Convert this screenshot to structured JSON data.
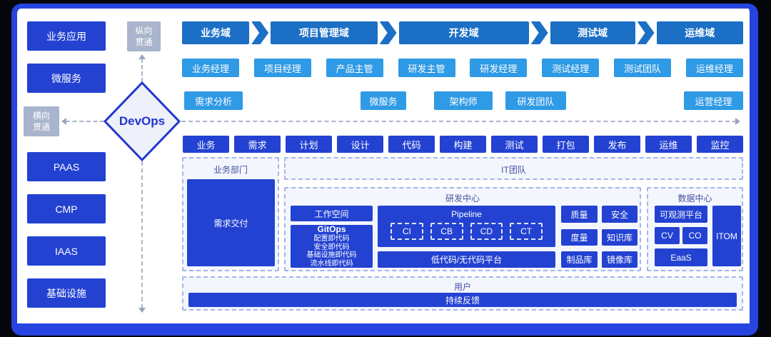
{
  "colors": {
    "frame": "#2544e0",
    "indigo_box": "#2342d2",
    "domain_arrow": "#1b6fc5",
    "role_box": "#2f9ae5",
    "gray_box": "#a9b4cd",
    "diamond_border": "#2136cc",
    "diamond_fill": "#eef0fa",
    "panel_fill": "#f3f6fd",
    "panel_border": "#a5b4ea",
    "panel_label": "#4450a0"
  },
  "left_column": {
    "items": [
      "业务应用",
      "微服务",
      "PAAS",
      "CMP",
      "IAAS",
      "基础设施"
    ]
  },
  "connectors": {
    "vertical": {
      "line1": "纵向",
      "line2": "贯通"
    },
    "horizontal": {
      "line1": "横向",
      "line2": "贯通"
    }
  },
  "devops": {
    "label": "DevOps"
  },
  "domains": [
    "业务域",
    "项目管理域",
    "开发域",
    "测试域",
    "运维域"
  ],
  "roles_row1": [
    "业务经理",
    "项目经理",
    "产品主管",
    "研发主管",
    "研发经理",
    "测试经理",
    "测试团队",
    "运维经理"
  ],
  "roles_row2": [
    "需求分析",
    "微服务",
    "架构师",
    "研发团队",
    "运营经理"
  ],
  "stages": [
    "业务",
    "需求",
    "计划",
    "设计",
    "代码",
    "构建",
    "测试",
    "打包",
    "发布",
    "运维",
    "监控"
  ],
  "sections": {
    "business_dept": {
      "label": "业务部门",
      "item": "需求交付"
    },
    "it_team": {
      "label": "IT团队"
    },
    "rd_center": {
      "label": "研发中心",
      "workspace": "工作空间",
      "gitops": {
        "title": "GitOps",
        "items": [
          "配置即代码",
          "安全即代码",
          "基础设施即代码",
          "流水线即代码"
        ]
      },
      "pipeline": {
        "title": "Pipeline",
        "stages": [
          "CI",
          "CB",
          "CD",
          "CT"
        ]
      },
      "lowcode": "低代码/无代码平台",
      "grid": [
        "质量",
        "安全",
        "度量",
        "知识库",
        "制品库",
        "镜像库"
      ]
    },
    "data_center": {
      "label": "数据中心",
      "observability": "可观测平台",
      "cv": "CV",
      "co": "CO",
      "itom": "ITOM",
      "eaas": "EaaS"
    },
    "user": {
      "label": "用户",
      "feedback": "持续反馈"
    }
  }
}
